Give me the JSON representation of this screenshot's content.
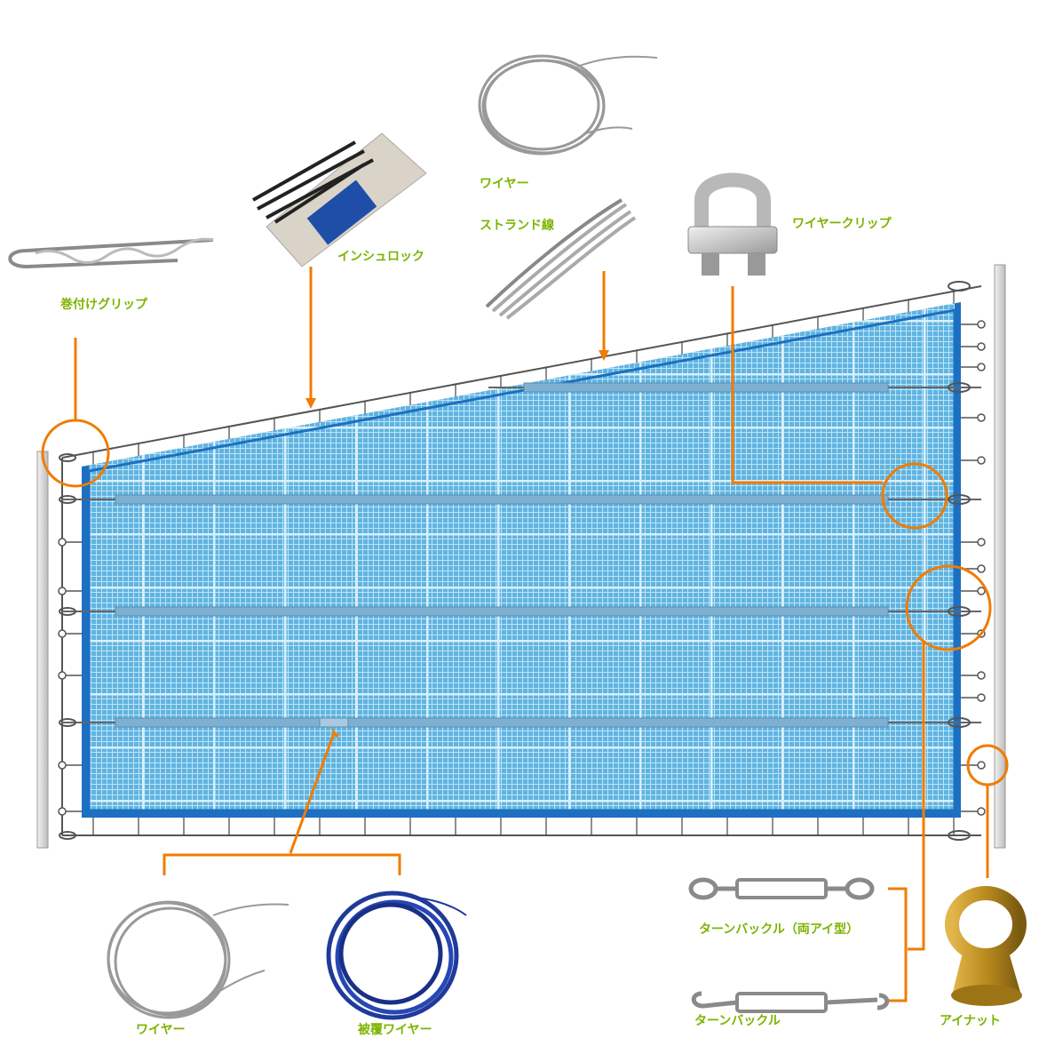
{
  "labels": {
    "wrap_grip": "巻付けグリップ",
    "insulok": "インシュロック",
    "wire_top": "ワイヤー",
    "strand": "ストランド線",
    "wire_clip": "ワイヤークリップ",
    "wire_bottom": "ワイヤー",
    "coated_wire": "被覆ワイヤー",
    "turnbuckle_eye": "ターンバックル（両アイ型）",
    "turnbuckle": "ターンバックル",
    "eye_nut": "アイナット"
  },
  "colors": {
    "label_green": "#7cb400",
    "callout_orange": "#f07c00",
    "net_blue": "#5fb4e0",
    "net_border": "#1d6fc1",
    "wire_gray": "#8a8a8a",
    "post_gray": "#dcdcdc",
    "coated_wire_blue": "#1f3a9a",
    "eye_nut_brass": "#b98a1e"
  },
  "icons": [
    "wrap-grip-icon",
    "insulok-icon",
    "wire-coil-icon",
    "strand-wire-icon",
    "wire-clip-icon",
    "coated-wire-coil-icon",
    "turnbuckle-eye-icon",
    "turnbuckle-hook-icon",
    "eye-nut-icon"
  ]
}
